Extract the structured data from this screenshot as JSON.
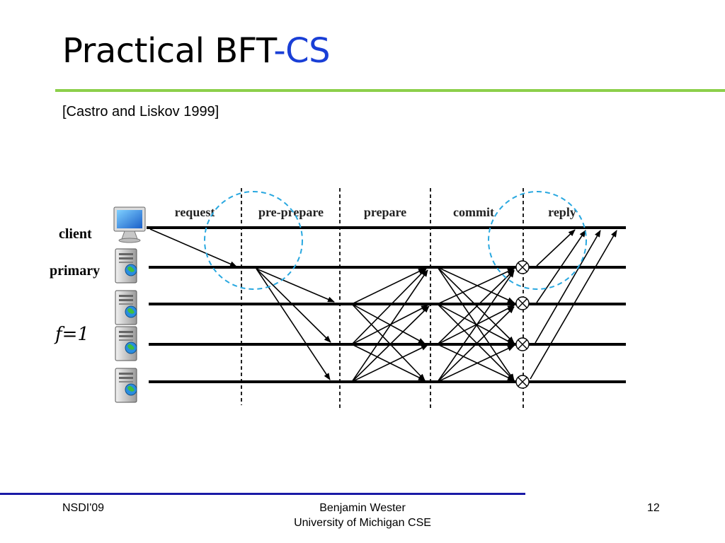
{
  "title": {
    "main": "Practical BFT",
    "accent": "-CS"
  },
  "citation": "[Castro and Liskov 1999]",
  "diagram": {
    "phases": [
      "request",
      "pre-prepare",
      "prepare",
      "commit",
      "reply"
    ],
    "nodes": [
      "client",
      "primary"
    ],
    "fault_label": "f=1"
  },
  "footer": {
    "left": "NSDI'09",
    "center_line1": "Benjamin Wester",
    "center_line2": "University of Michigan CSE",
    "right": "12"
  },
  "colors": {
    "accent": "#1a3fd6",
    "title_rule": "#8ccf4a",
    "footer_rule": "#1a1aa6",
    "highlight_circle": "#29a8e0"
  }
}
